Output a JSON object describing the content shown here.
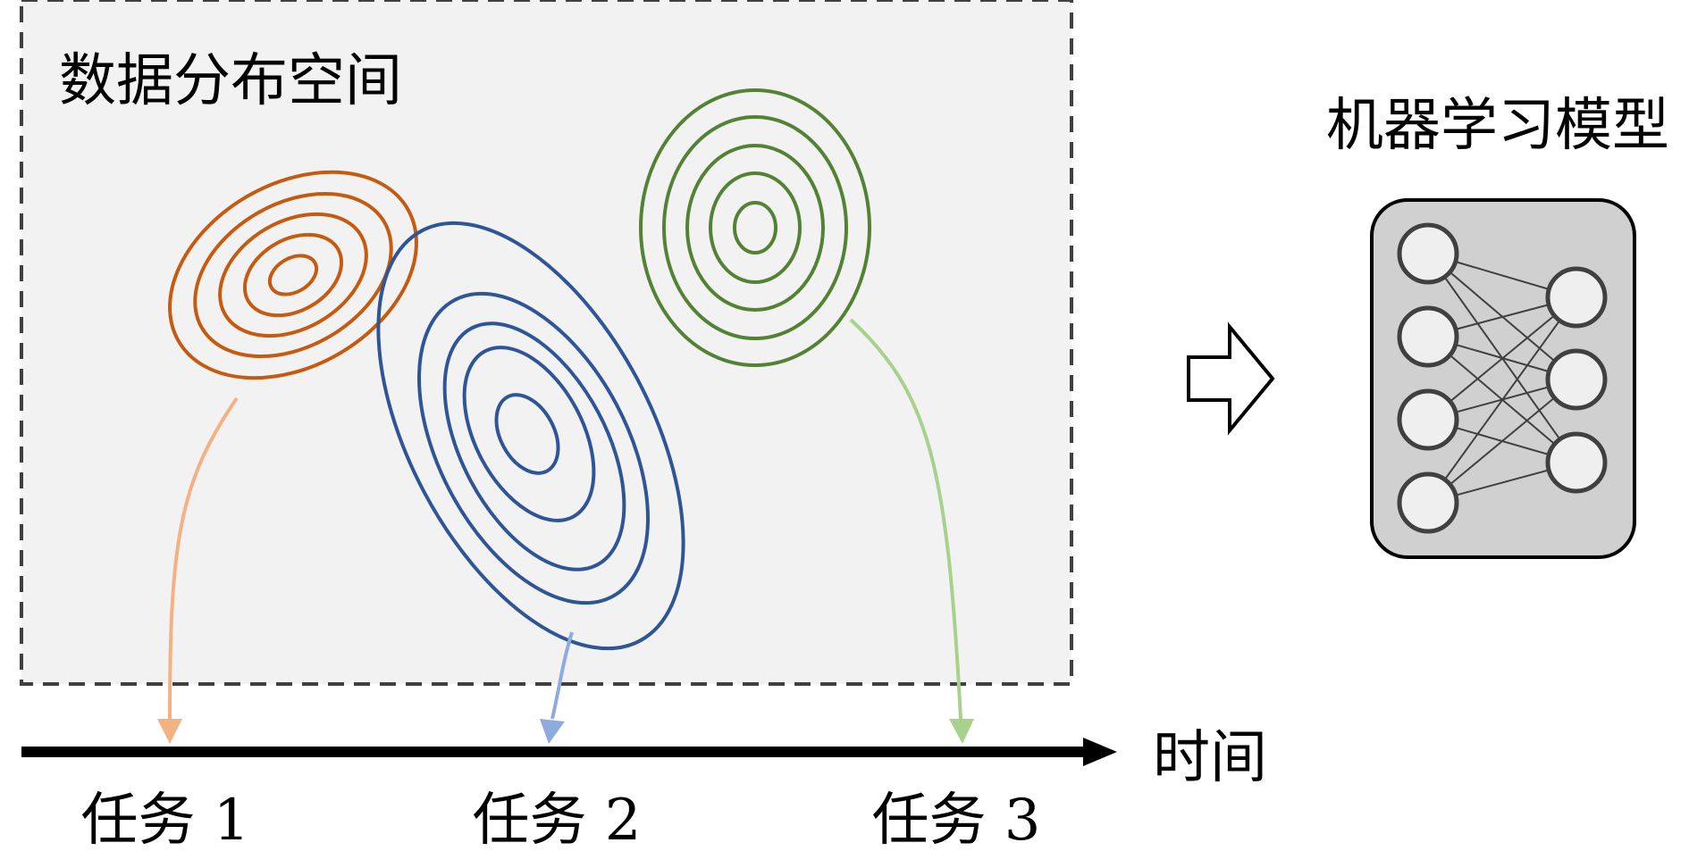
{
  "region_label": "数据分布空间",
  "time_label": "时间",
  "model_label": "机器学习模型",
  "tasks": [
    {
      "label": "任务 1",
      "color": "#f4b183"
    },
    {
      "label": "任务 2",
      "color": "#8faadc"
    },
    {
      "label": "任务 3",
      "color": "#a9d18e"
    }
  ],
  "distributions": [
    {
      "name": "orange",
      "color": "#c55a11",
      "rings": 5
    },
    {
      "name": "blue",
      "color": "#2f5597",
      "rings": 5
    },
    {
      "name": "green",
      "color": "#548235",
      "rings": 5
    }
  ],
  "network": {
    "input_nodes": 4,
    "output_nodes": 3,
    "node_fill": "#efefef",
    "box_fill": "#d0d0d0"
  },
  "colors": {
    "region_fill": "#f2f2f2",
    "region_border": "#404040",
    "axis": "#000000"
  }
}
